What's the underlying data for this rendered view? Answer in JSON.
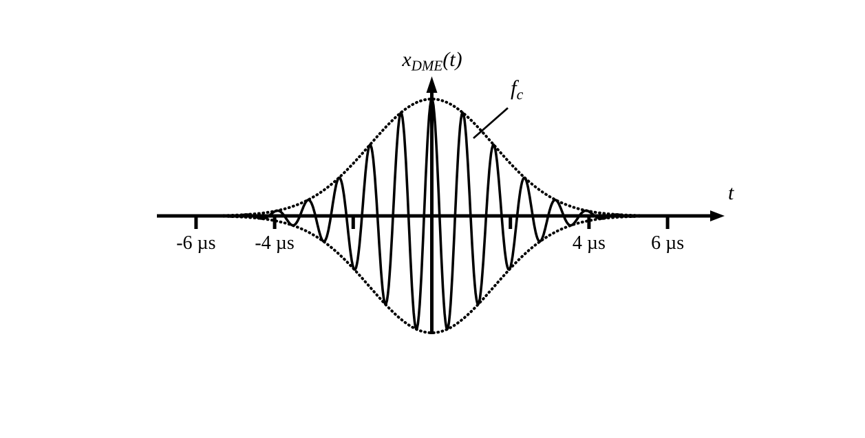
{
  "figure": {
    "title": {
      "base": "x",
      "sub": "DME",
      "arg": "(t)"
    },
    "carrier_label": {
      "base": "f",
      "sub": "c"
    },
    "time_axis_label": "t",
    "colors": {
      "ink": "#000000",
      "background": "#ffffff"
    }
  },
  "chart_data": {
    "type": "line",
    "title": "x_DME(t)",
    "xlabel": "t",
    "ylabel": "x_DME(t)",
    "x_unit": "µs",
    "description": "DME pulse: Gaussian-enveloped sinusoidal carrier at frequency f_c, dotted Gaussian envelope above and below, cosine peak aligned with t = 0",
    "signal_model": {
      "form": "x(t) = exp(-t^2/(2*sigma^2)) * cos(2*pi*t/T)",
      "envelope_peak": 1.0,
      "gaussian_sigma_us": 1.58,
      "carrier_period_us": 0.79,
      "t_range_us": [
        -5.3,
        5.3
      ]
    },
    "envelope_style": "dotted",
    "carrier_style": "solid",
    "x_ticks_us": [
      -6,
      -4,
      -2,
      2,
      4,
      6
    ],
    "tick_labels": [
      {
        "t_us": -6,
        "text": "-6 µs"
      },
      {
        "t_us": -4,
        "text": "-4 µs"
      },
      {
        "t_us": 4,
        "text": "4 µs"
      },
      {
        "t_us": 6,
        "text": "6 µs"
      }
    ],
    "xlim_us": [
      -7,
      7.4
    ],
    "ylim": [
      -1.05,
      1.05
    ],
    "grid": false,
    "legend": false
  }
}
